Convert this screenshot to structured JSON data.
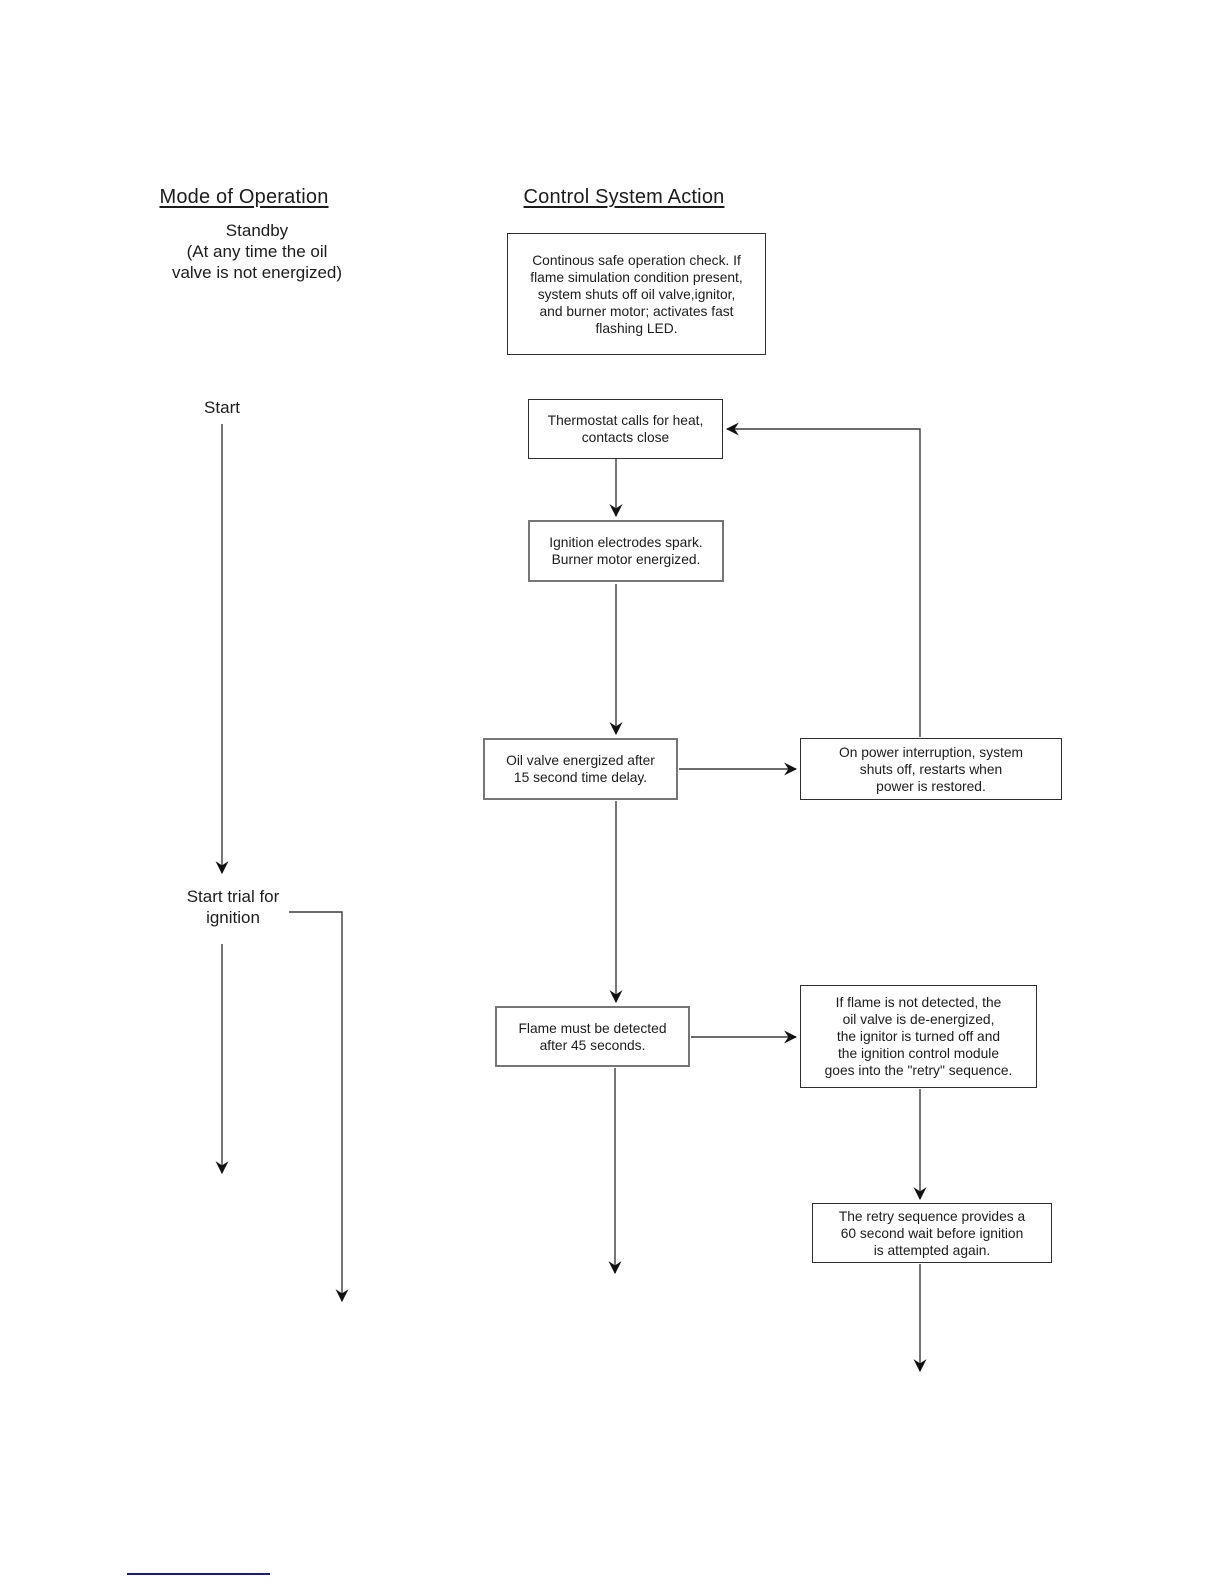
{
  "headings": {
    "mode": "Mode of Operation",
    "control": "Control System Action"
  },
  "labels": {
    "standby": "Standby\n(At any time the oil\nvalve is not energized)",
    "start": "Start",
    "start_trial": "Start trial for\nignition"
  },
  "boxes": {
    "safe_check": "Continous safe operation check. If\nflame simulation condition present,\nsystem shuts off oil valve,ignitor,\nand burner motor; activates fast\nflashing LED.",
    "thermostat": "Thermostat calls for heat,\ncontacts close",
    "ignition": "Ignition electrodes spark.\nBurner motor energized.",
    "oil_valve": "Oil valve energized after\n15 second time delay.",
    "power_interruption": "On power interruption, system\nshuts off, restarts when\npower is restored.",
    "flame_detect": "Flame must be detected\nafter 45 seconds.",
    "flame_not_detected": "If flame is not detected, the\noil valve is de-energized,\nthe ignitor is turned off and\nthe ignition control module\ngoes into the \"retry\" sequence.",
    "retry": "The retry sequence provides a\n60 second wait before ignition\nis attempted again."
  },
  "colors": {
    "text": "#1c1c1c",
    "line": "#3c3c3c",
    "footer_rule": "#1a1a8f"
  }
}
